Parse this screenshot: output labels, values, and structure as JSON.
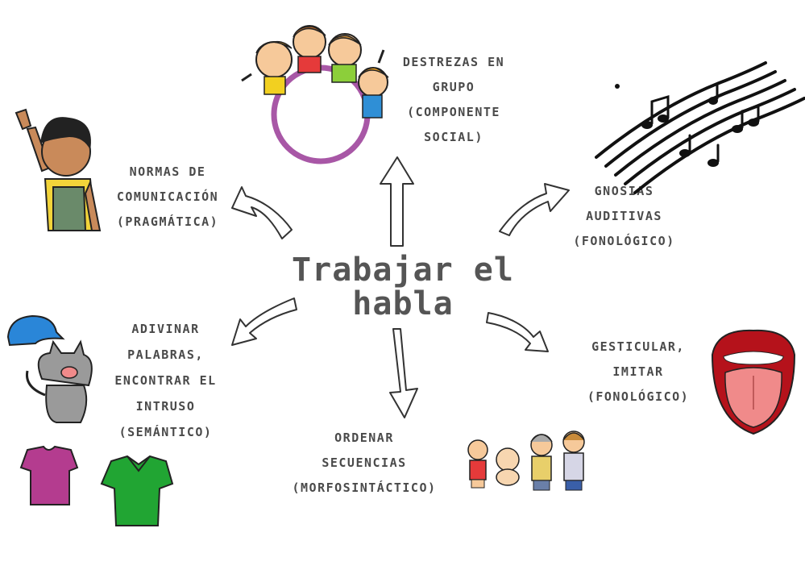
{
  "title": {
    "line1": "Trabajar el",
    "line2": "habla"
  },
  "nodes": {
    "social": {
      "lines": [
        "destrezas en",
        "grupo",
        "(componente",
        "social)"
      ]
    },
    "pragmatica": {
      "lines": [
        "normas de",
        "comunicación",
        "(pragmática)"
      ]
    },
    "gnosias": {
      "lines": [
        "gnosias",
        "auditivas",
        "(fonológico)"
      ]
    },
    "semantico": {
      "lines": [
        "adivinar",
        "palabras,",
        "encontrar el",
        "intruso",
        "(semántico)"
      ]
    },
    "morfo": {
      "lines": [
        "ordenar",
        "secuencias",
        "(morfosintáctico)"
      ]
    },
    "gesticular": {
      "lines": [
        "gesticular,",
        "imitar",
        "(fonológico)"
      ]
    }
  },
  "colors": {
    "text": "#4a4a4a",
    "circle_ring": "#a857a6",
    "tongue": "#f08a8a",
    "mouth": "#b5121b",
    "shirt_pink": "#b43c8f",
    "shirt_green": "#21a533",
    "cap_blue": "#2a86d8"
  },
  "icons": {
    "children_circle": "children-circle-icon",
    "boy_pointing": "boy-pointing-icon",
    "music_staff": "music-staff-icon",
    "cap": "cap-icon",
    "cat": "cat-icon",
    "pink_shirt": "pink-shirt-icon",
    "green_shirt": "green-shirt-icon",
    "family": "family-sequence-icon",
    "mouth": "mouth-tongue-icon"
  }
}
